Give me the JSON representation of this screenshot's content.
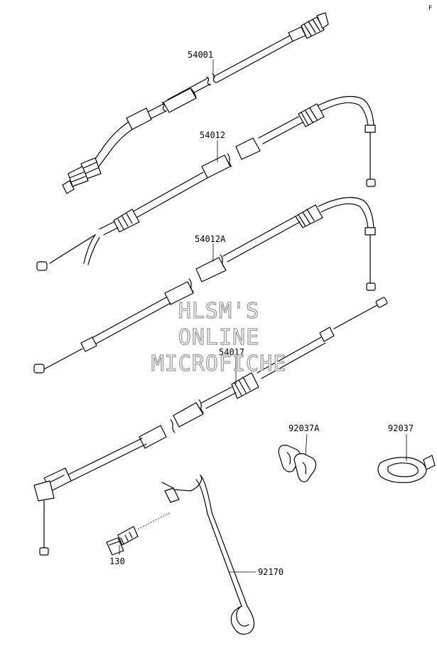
{
  "page_ref": "F",
  "parts": [
    {
      "id": "54001"
    },
    {
      "id": "54012"
    },
    {
      "id": "54012A"
    },
    {
      "id": "54017"
    },
    {
      "id": "92037A"
    },
    {
      "id": "92037"
    },
    {
      "id": "130"
    },
    {
      "id": "92170"
    }
  ],
  "watermark": {
    "line1": "HLSM'S",
    "line2": "ONLINE",
    "line3": "MICROFICHE"
  }
}
